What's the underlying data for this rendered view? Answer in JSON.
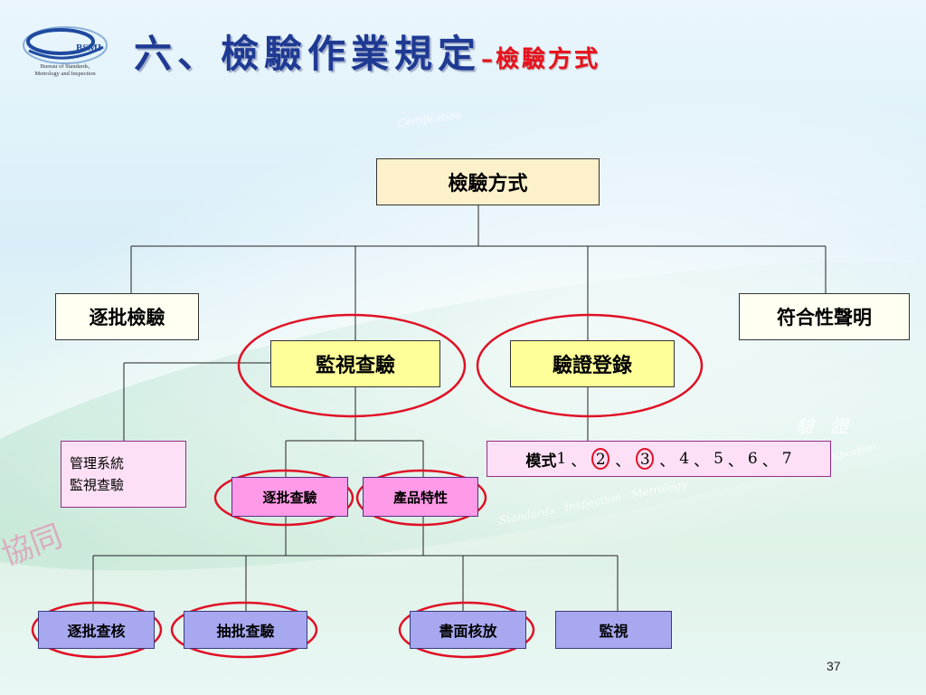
{
  "logo": {
    "abbr": "BSMI",
    "org_line1": "Bureau of Standards,",
    "org_line2": "Metrology and Inspection"
  },
  "title": {
    "main": "六、檢驗作業規定",
    "sub": "–檢驗方式"
  },
  "watermarks": {
    "w1": "Standards · Inspection · Metrology",
    "w2": "Certification",
    "w3": "Certification",
    "w4": "驗證",
    "w5": "協同"
  },
  "diagram": {
    "root": "檢驗方式",
    "level1": {
      "lot": "逐批檢驗",
      "monitor": "監視查驗",
      "verify": "驗證登錄",
      "declare": "符合性聲明"
    },
    "level2": {
      "mgmt_line1": "管理系統",
      "mgmt_line2": "監視查驗",
      "lot_check": "逐批查驗",
      "product_char": "產品特性",
      "modes": {
        "label": "模式",
        "items": [
          "1",
          "2",
          "3",
          "4",
          "5",
          "6",
          "7"
        ],
        "circled": [
          "2",
          "3"
        ],
        "separator": "、"
      }
    },
    "level3": {
      "lot_verify": "逐批查核",
      "sample": "抽批查驗",
      "doc_release": "書面核放",
      "surveil": "監視"
    }
  },
  "colors": {
    "title": "#1f3a93",
    "subtitle": "#e8101a",
    "highlight_ring": "#e01025"
  },
  "page_number": "37"
}
